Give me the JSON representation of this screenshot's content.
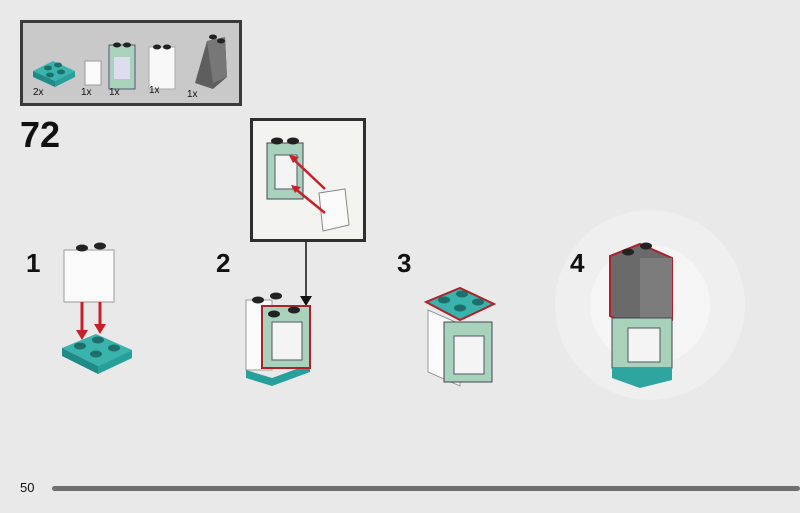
{
  "parts_list": {
    "items": [
      {
        "name": "teal-plate-2x2",
        "qty": "2x"
      },
      {
        "name": "clear-window-pane",
        "qty": "1x"
      },
      {
        "name": "sand-green-window-frame",
        "qty": "1x"
      },
      {
        "name": "clear-panel",
        "qty": "1x"
      },
      {
        "name": "dark-gray-slope",
        "qty": "1x"
      }
    ]
  },
  "step_number": "72",
  "substeps": [
    "1",
    "2",
    "3",
    "4"
  ],
  "page_number": "50",
  "colors": {
    "teal": "#2fa5a0",
    "sand_green": "#a8d2bc",
    "dark_gray": "#6a6a6a",
    "arrow_red": "#c8202a"
  }
}
